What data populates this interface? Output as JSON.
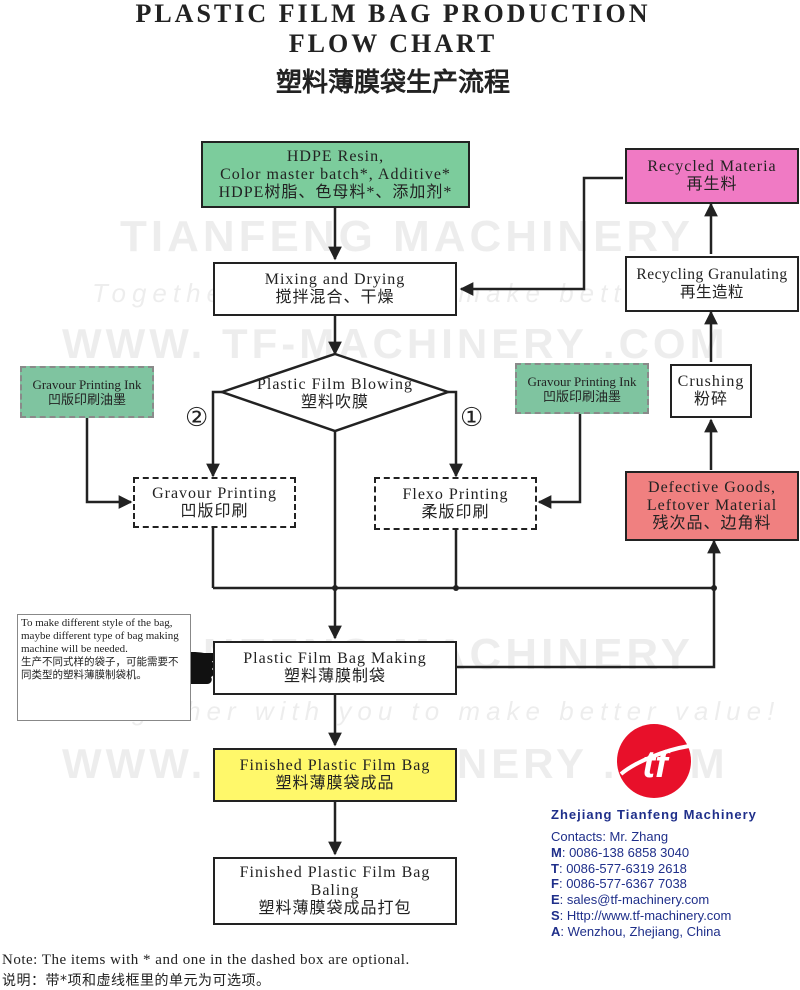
{
  "title": {
    "line1": "PLASTIC FILM BAG PRODUCTION",
    "line2": "FLOW CHART",
    "cn": "塑料薄膜袋生产流程"
  },
  "watermark": {
    "company": "TIANFENG MACHINERY",
    "slogan": "Together with you to make better value!",
    "site": "WWW. TF-MACHINERY .COM"
  },
  "nodes": {
    "hdpe": {
      "en1": "HDPE Resin,",
      "en2": "Color master batch*,  Additive*",
      "cn": "HDPE树脂、色母料*、添加剂*"
    },
    "mixing": {
      "en": "Mixing and Drying",
      "cn": "搅拌混合、干燥"
    },
    "blowing": {
      "en": "Plastic Film Blowing",
      "cn": "塑料吹膜"
    },
    "ink_left": {
      "en": "Gravour Printing Ink",
      "cn": "凹版印刷油墨"
    },
    "ink_right": {
      "en": "Gravour Printing Ink",
      "cn": "凹版印刷油墨"
    },
    "gravour": {
      "en": "Gravour Printing",
      "cn": "凹版印刷"
    },
    "flexo": {
      "en": "Flexo Printing",
      "cn": "柔版印刷"
    },
    "bag_making": {
      "en": "Plastic Film Bag Making",
      "cn": "塑料薄膜制袋"
    },
    "finished": {
      "en": "Finished Plastic Film Bag",
      "cn": "塑料薄膜袋成品"
    },
    "baling": {
      "en1": "Finished Plastic Film Bag",
      "en2": "Baling",
      "cn": "塑料薄膜袋成品打包"
    },
    "recycled": {
      "en": "Recycled Materia",
      "cn": "再生料"
    },
    "granulating": {
      "en": "Recycling Granulating",
      "cn": "再生造粒"
    },
    "crushing": {
      "en": "Crushing",
      "cn": "粉碎"
    },
    "defective": {
      "en1": "Defective Goods,",
      "en2": "Leftover Material",
      "cn": "残次品、边角料"
    }
  },
  "route_labels": {
    "left": "②",
    "right": "①"
  },
  "side_note": {
    "en": "To make different style of the bag, maybe different type of bag making machine will be needed.",
    "cn": "生产不同式样的袋子，可能需要不同类型的塑料薄膜制袋机。"
  },
  "logo": {
    "text": "tf"
  },
  "company": {
    "name": "Zhejiang Tianfeng Machinery",
    "contacts_label": "Contacts",
    "contacts_value": "Mr. Zhang",
    "m_label": "M",
    "m_value": "0086-138 6858 3040",
    "t_label": "T",
    "t_value": "0086-577-6319 2618",
    "f_label": "F",
    "f_value": "0086-577-6367 7038",
    "e_label": "E",
    "e_value": "sales@tf-machinery.com",
    "s_label": "S",
    "s_value": "Http://www.tf-machinery.com",
    "a_label": "A",
    "a_value": "Wenzhou, Zhejiang, China"
  },
  "footer": {
    "en": "Note:  The  items  with  *  and  one  in  the  dashed  box  are  optional.",
    "cn": "说明：带*项和虚线框里的单元为可选项。"
  },
  "colors": {
    "green": "#7ccc9c",
    "pink": "#f07ac4",
    "red": "#f08080",
    "yellow": "#fff86a",
    "company_blue": "#1f2f8a",
    "logo_red": "#e8102a"
  }
}
